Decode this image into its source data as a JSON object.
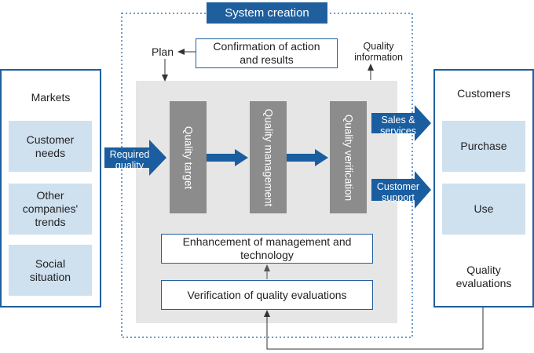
{
  "system_title": "System creation",
  "markets": {
    "title": "Markets",
    "items": [
      "Customer needs",
      "Other companies' trends",
      "Social situation"
    ]
  },
  "customers": {
    "title": "Customers",
    "items": [
      "Purchase",
      "Use"
    ],
    "evaluations": "Quality evaluations"
  },
  "inputs": {
    "required_quality": "Required quality"
  },
  "outputs": {
    "sales_services": "Sales & services",
    "customer_support": "Customer support"
  },
  "process": [
    "Quality target",
    "Quality management",
    "Quality verification"
  ],
  "feedback": {
    "plan": "Plan",
    "confirmation": "Confirmation of action and results",
    "quality_information": "Quality information"
  },
  "improvement": {
    "enhancement": "Enhancement of management and technology",
    "verification": "Verification of quality evaluations"
  },
  "colors": {
    "primary": "#1f5f9e",
    "arrow": "#1a5ea0",
    "pale": "#cfe0ef",
    "panel": "#e6e6e6",
    "column": "#8c8c8c"
  }
}
